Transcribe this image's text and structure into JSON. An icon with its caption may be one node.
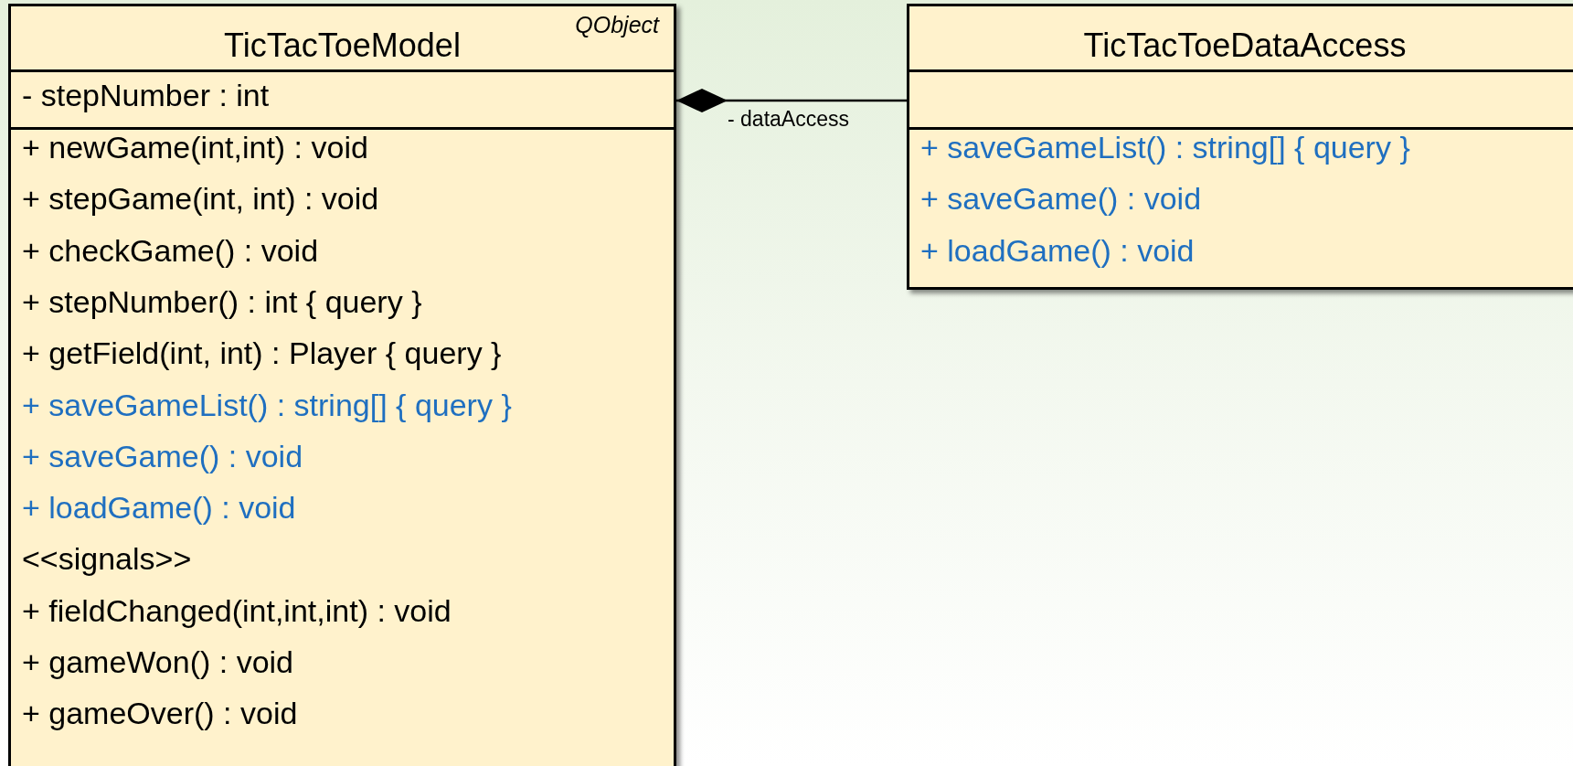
{
  "diagram": {
    "nodes": [
      {
        "text": [
          "TicTacToeModel",
          "QObject",
          "- stepNumber : int",
          "+ newGame(int,int) : void",
          "+ stepGame(int, int) : void",
          "+ checkGame() : void",
          "+ stepNumber() : int { query }",
          "+ getField(int, int) : Player { query }",
          "+ saveGameList() : string[] { query }",
          "+ saveGame() : void",
          "+ loadGame() : void",
          "<<signals>>",
          "+ fieldChanged(int,int,int) : void",
          "+ gameWon() : void",
          "+ gameOver() : void"
        ]
      },
      {
        "text": [
          "TicTacToeDataAccess",
          "+ saveGameList() : string[] { query }",
          "+ saveGame() : void",
          "+ loadGame() : void"
        ]
      }
    ],
    "edges": [
      {
        "from": 1,
        "to": 0,
        "arrow": "other",
        "label": "- dataAccess"
      }
    ]
  }
}
